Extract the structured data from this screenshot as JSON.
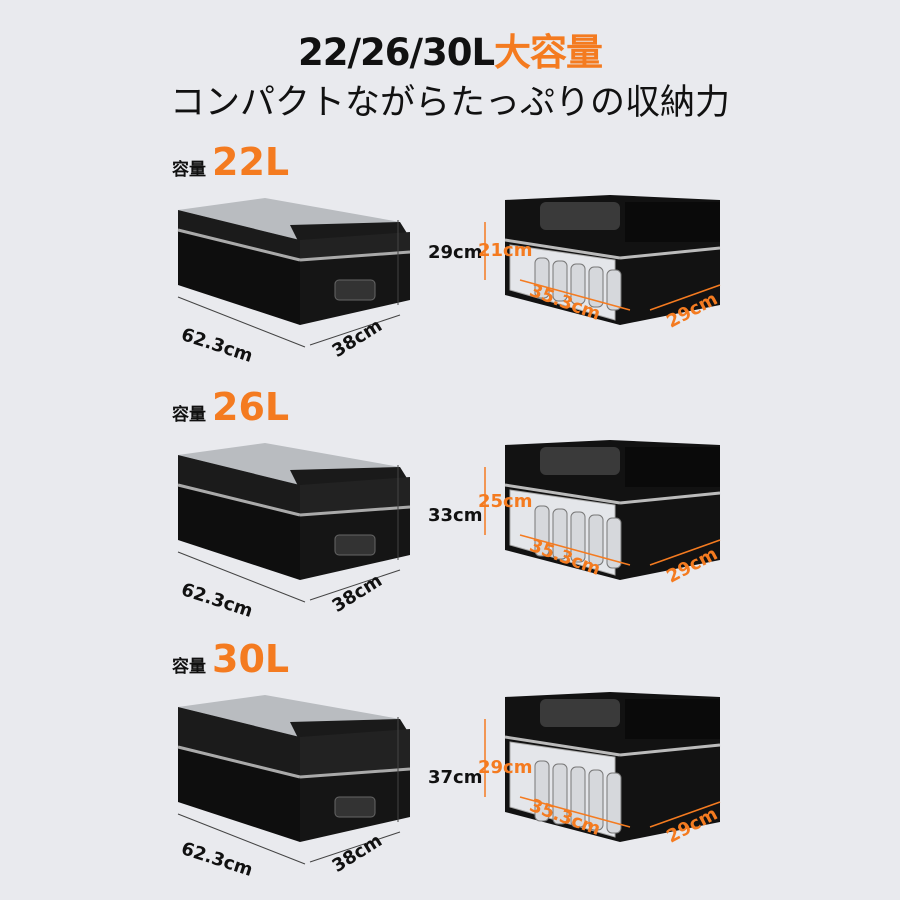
{
  "header": {
    "title_main": "22/26/30L",
    "title_accent": "大容量",
    "subtitle": "コンパクトながらたっぷりの収納力"
  },
  "accent_color": "#f47b20",
  "capacity_label": "容量",
  "rows": [
    {
      "capacity": "22L",
      "outer": {
        "height": "29cm",
        "length": "62.3cm",
        "depth": "38cm"
      },
      "inner": {
        "height": "21cm",
        "length": "35.3cm",
        "depth": "29cm"
      }
    },
    {
      "capacity": "26L",
      "outer": {
        "height": "33cm",
        "length": "62.3cm",
        "depth": "38cm"
      },
      "inner": {
        "height": "25cm",
        "length": "35.3cm",
        "depth": "29cm"
      }
    },
    {
      "capacity": "30L",
      "outer": {
        "height": "37cm",
        "length": "62.3cm",
        "depth": "38cm"
      },
      "inner": {
        "height": "29cm",
        "length": "35.3cm",
        "depth": "29cm"
      }
    }
  ]
}
